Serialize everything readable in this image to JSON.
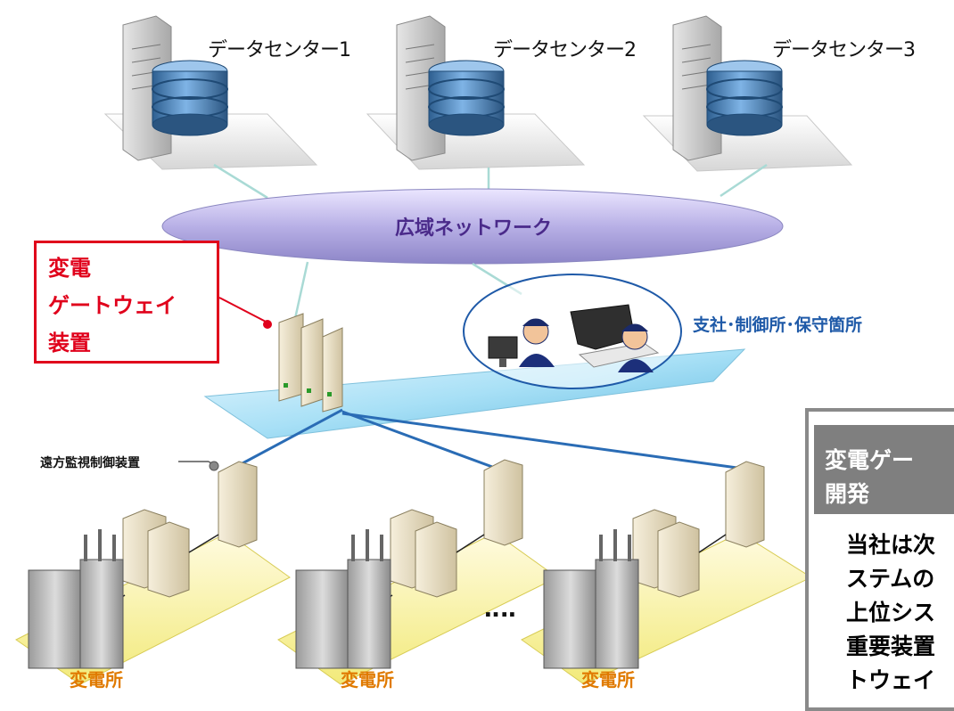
{
  "data_centers": [
    {
      "label": "データセンター1"
    },
    {
      "label": "データセンター2"
    },
    {
      "label": "データセンター3"
    }
  ],
  "network_label": "広域ネットワーク",
  "gateway_box": {
    "lines": [
      "変電",
      "ゲートウェイ",
      "装置"
    ]
  },
  "branch_label": "支社･制御所･保守箇所",
  "rcu_label": "遠方監視制御装置",
  "substations": [
    {
      "label": "変電所"
    },
    {
      "label": "変電所"
    },
    {
      "label": "変電所"
    }
  ],
  "ellipsis": "‥‥",
  "dev_panel": {
    "header_lines": [
      "変電ゲー",
      "開発"
    ],
    "body_lines": [
      "当社は次",
      "ステムの",
      "上位シス",
      "重要装置",
      "トウェイ"
    ]
  },
  "colors": {
    "gateway_red": "#e0001b",
    "substation_orange": "#e07a00",
    "network_purple": "#4a2a8a",
    "branch_blue": "#1f5aa8",
    "link_blue": "#2a6cb5"
  }
}
